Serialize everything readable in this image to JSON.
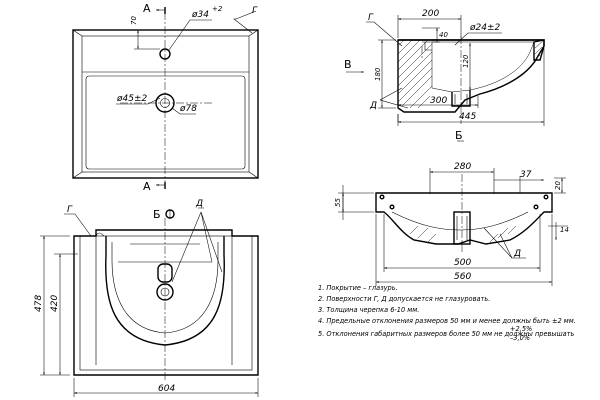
{
  "top_view": {
    "dims": {
      "hole_offset": "70",
      "tap_hole": "ø34",
      "tap_hole_tol": "+2",
      "drain_outer": "ø45±2",
      "drain_inner": "ø78"
    },
    "callouts": {
      "surface_g": "Г"
    },
    "section_marks": {
      "a_top": "А",
      "a_bottom": "А"
    }
  },
  "front_view": {
    "dims": {
      "width": "604",
      "height_total": "478",
      "height_inner": "420"
    },
    "callouts": {
      "surface_g": "Г",
      "surface_d": "Д"
    },
    "view_mark": "Б"
  },
  "section_a": {
    "dims": {
      "d200": "200",
      "d40": "40",
      "drain": "ø24±2",
      "d120": "120",
      "d180": "180",
      "d300": "300",
      "d445": "445"
    },
    "callouts": {
      "surface_g": "Г",
      "surface_d": "Д"
    },
    "view_mark": "В"
  },
  "view_b": {
    "title": "Б",
    "dims": {
      "d280": "280",
      "d37": "37",
      "d20": "20",
      "d55": "55",
      "d14": "14",
      "d500": "500",
      "d560": "560"
    },
    "callouts": {
      "surface_d": "Д"
    }
  },
  "notes": [
    "1.  Покрытие – глазурь.",
    "2.  Поверхности Г, Д допускается не глазуровать.",
    "3.  Толщина черепка 6-10 мм.",
    "4.  Предельные отклонения размеров 50 мм и менее должны быть ±2  мм.",
    "5.  Отклонения габаритных размеров более 50 мм не должны превышать"
  ],
  "note5_tolerance": {
    "upper": "+2,5%",
    "lower": "–3,0%"
  }
}
